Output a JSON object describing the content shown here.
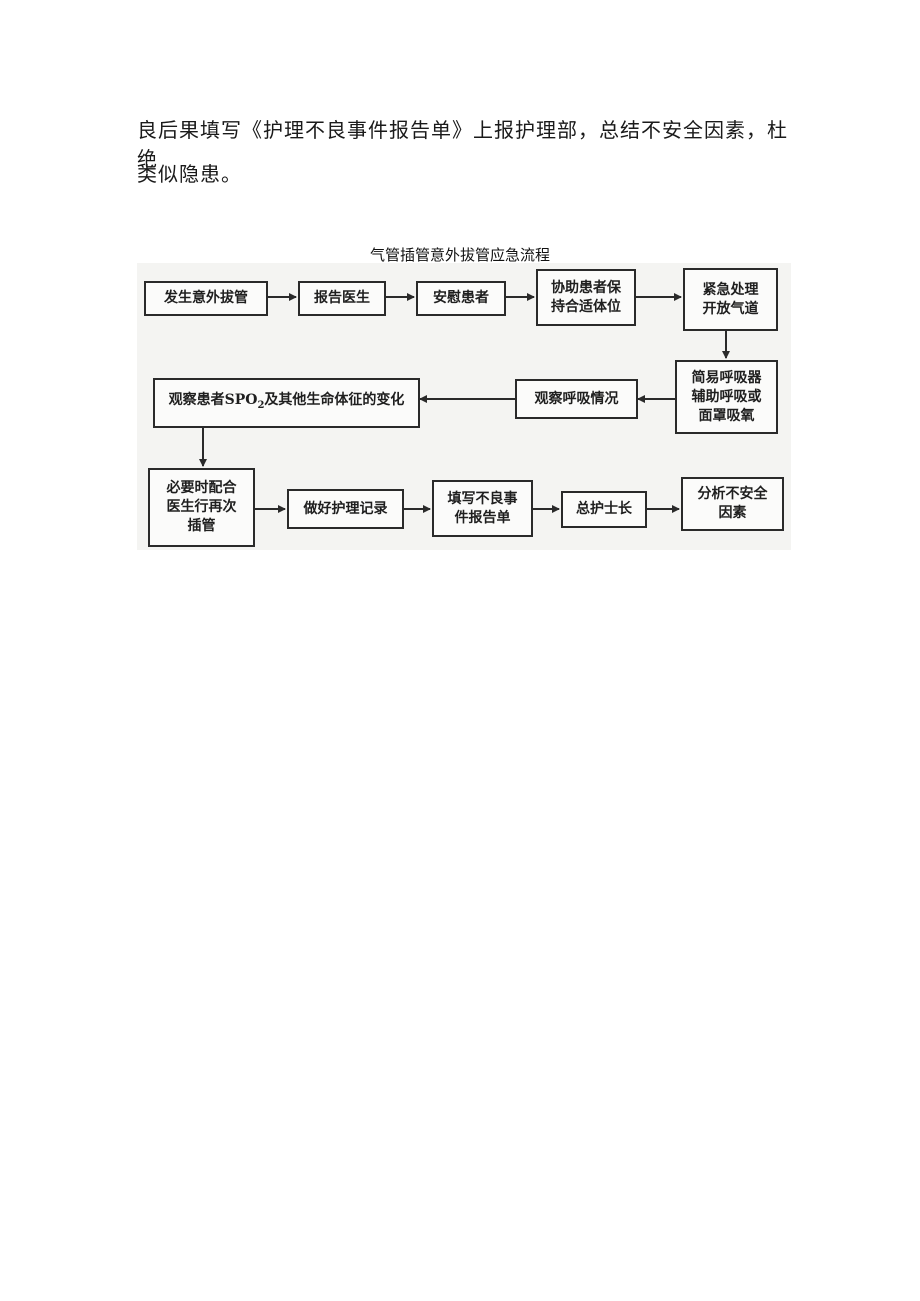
{
  "paragraph": {
    "line1": "良后果填写《护理不良事件报告单》上报护理部，总结不安全因素，杜绝",
    "line2": "类似隐患。"
  },
  "flowchart": {
    "title": "气管插管意外拔管应急流程",
    "nodes": {
      "n1": "发生意外拔管",
      "n2": "报告医生",
      "n3": "安慰患者",
      "n4": "协助患者保\n持合适体位",
      "n5": "紧急处理\n开放气道",
      "n6": "简易呼吸器\n辅助呼吸或\n面罩吸氧",
      "n7": "观察呼吸情况",
      "n8_prefix": "观察患者SPO",
      "n8_sub": "2",
      "n8_suffix": "及其他生命体征的变化",
      "n9": "必要时配合\n医生行再次\n插管",
      "n10": "做好护理记录",
      "n11": "填写不良事\n件报告单",
      "n12": "总护士长",
      "n13": "分析不安全\n因素"
    }
  }
}
